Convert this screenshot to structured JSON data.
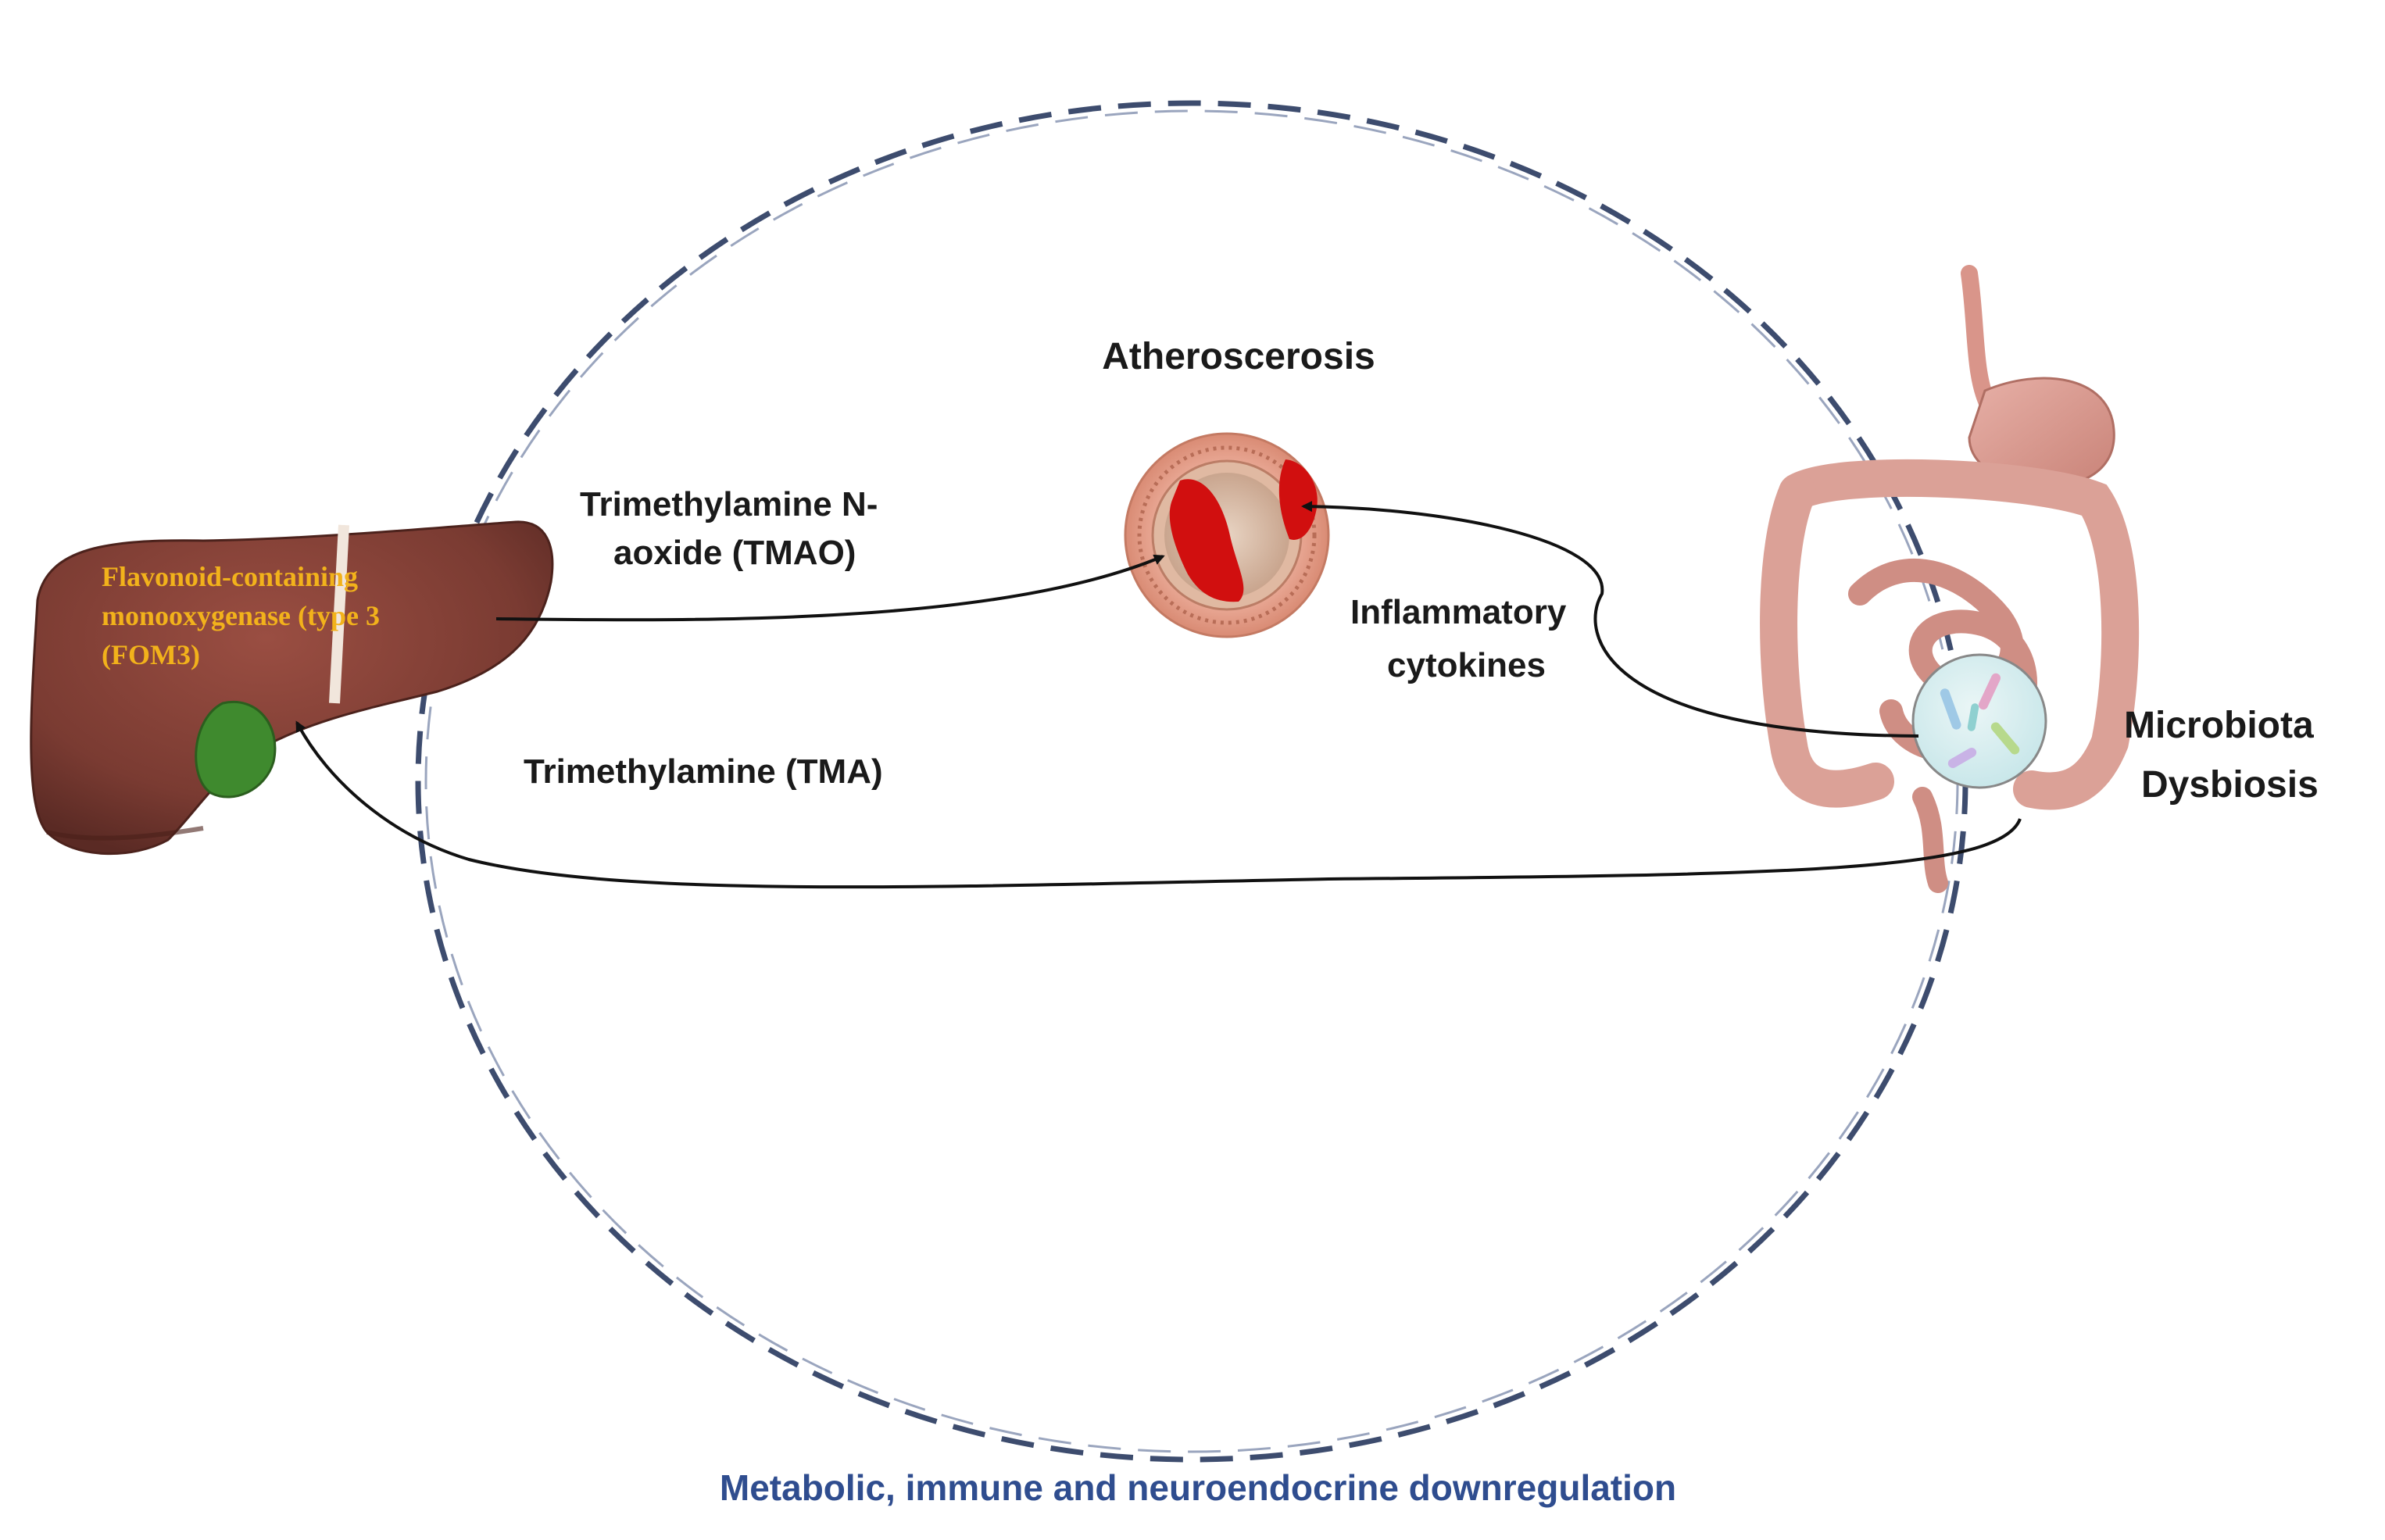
{
  "diagram": {
    "nodes": {
      "atherosclerosis": {
        "title": "Atheroscerosis"
      },
      "liver": {
        "enzyme_line1": "Flavonoid-containing",
        "enzyme_line2": "monooxygenase (type 3",
        "enzyme_line3": "(FOM3)"
      },
      "gut": {
        "line1": "Microbiota",
        "line2": "Dysbiosis"
      }
    },
    "edges": {
      "tmao": {
        "line1": "Trimethylamine N-",
        "line2": "aoxide (TMAO)"
      },
      "cytokines": {
        "line1": "Inflammatory",
        "line2": "cytokines"
      },
      "tma": {
        "label": "Trimethylamine (TMA)"
      }
    },
    "footer": "Metabolic, immune and neuroendocrine downregulation",
    "colors": {
      "liver": "#7a3b32",
      "gallbladder": "#3f8a2e",
      "enzyme_text": "#f2b21b",
      "plaque": "#d10f0f",
      "artery_outer": "#e7a58f",
      "intestine": "#d99a8f",
      "dashed_circle": "#3d4c6e",
      "footer_text": "#2f4d8f",
      "arrow": "#111111"
    }
  }
}
